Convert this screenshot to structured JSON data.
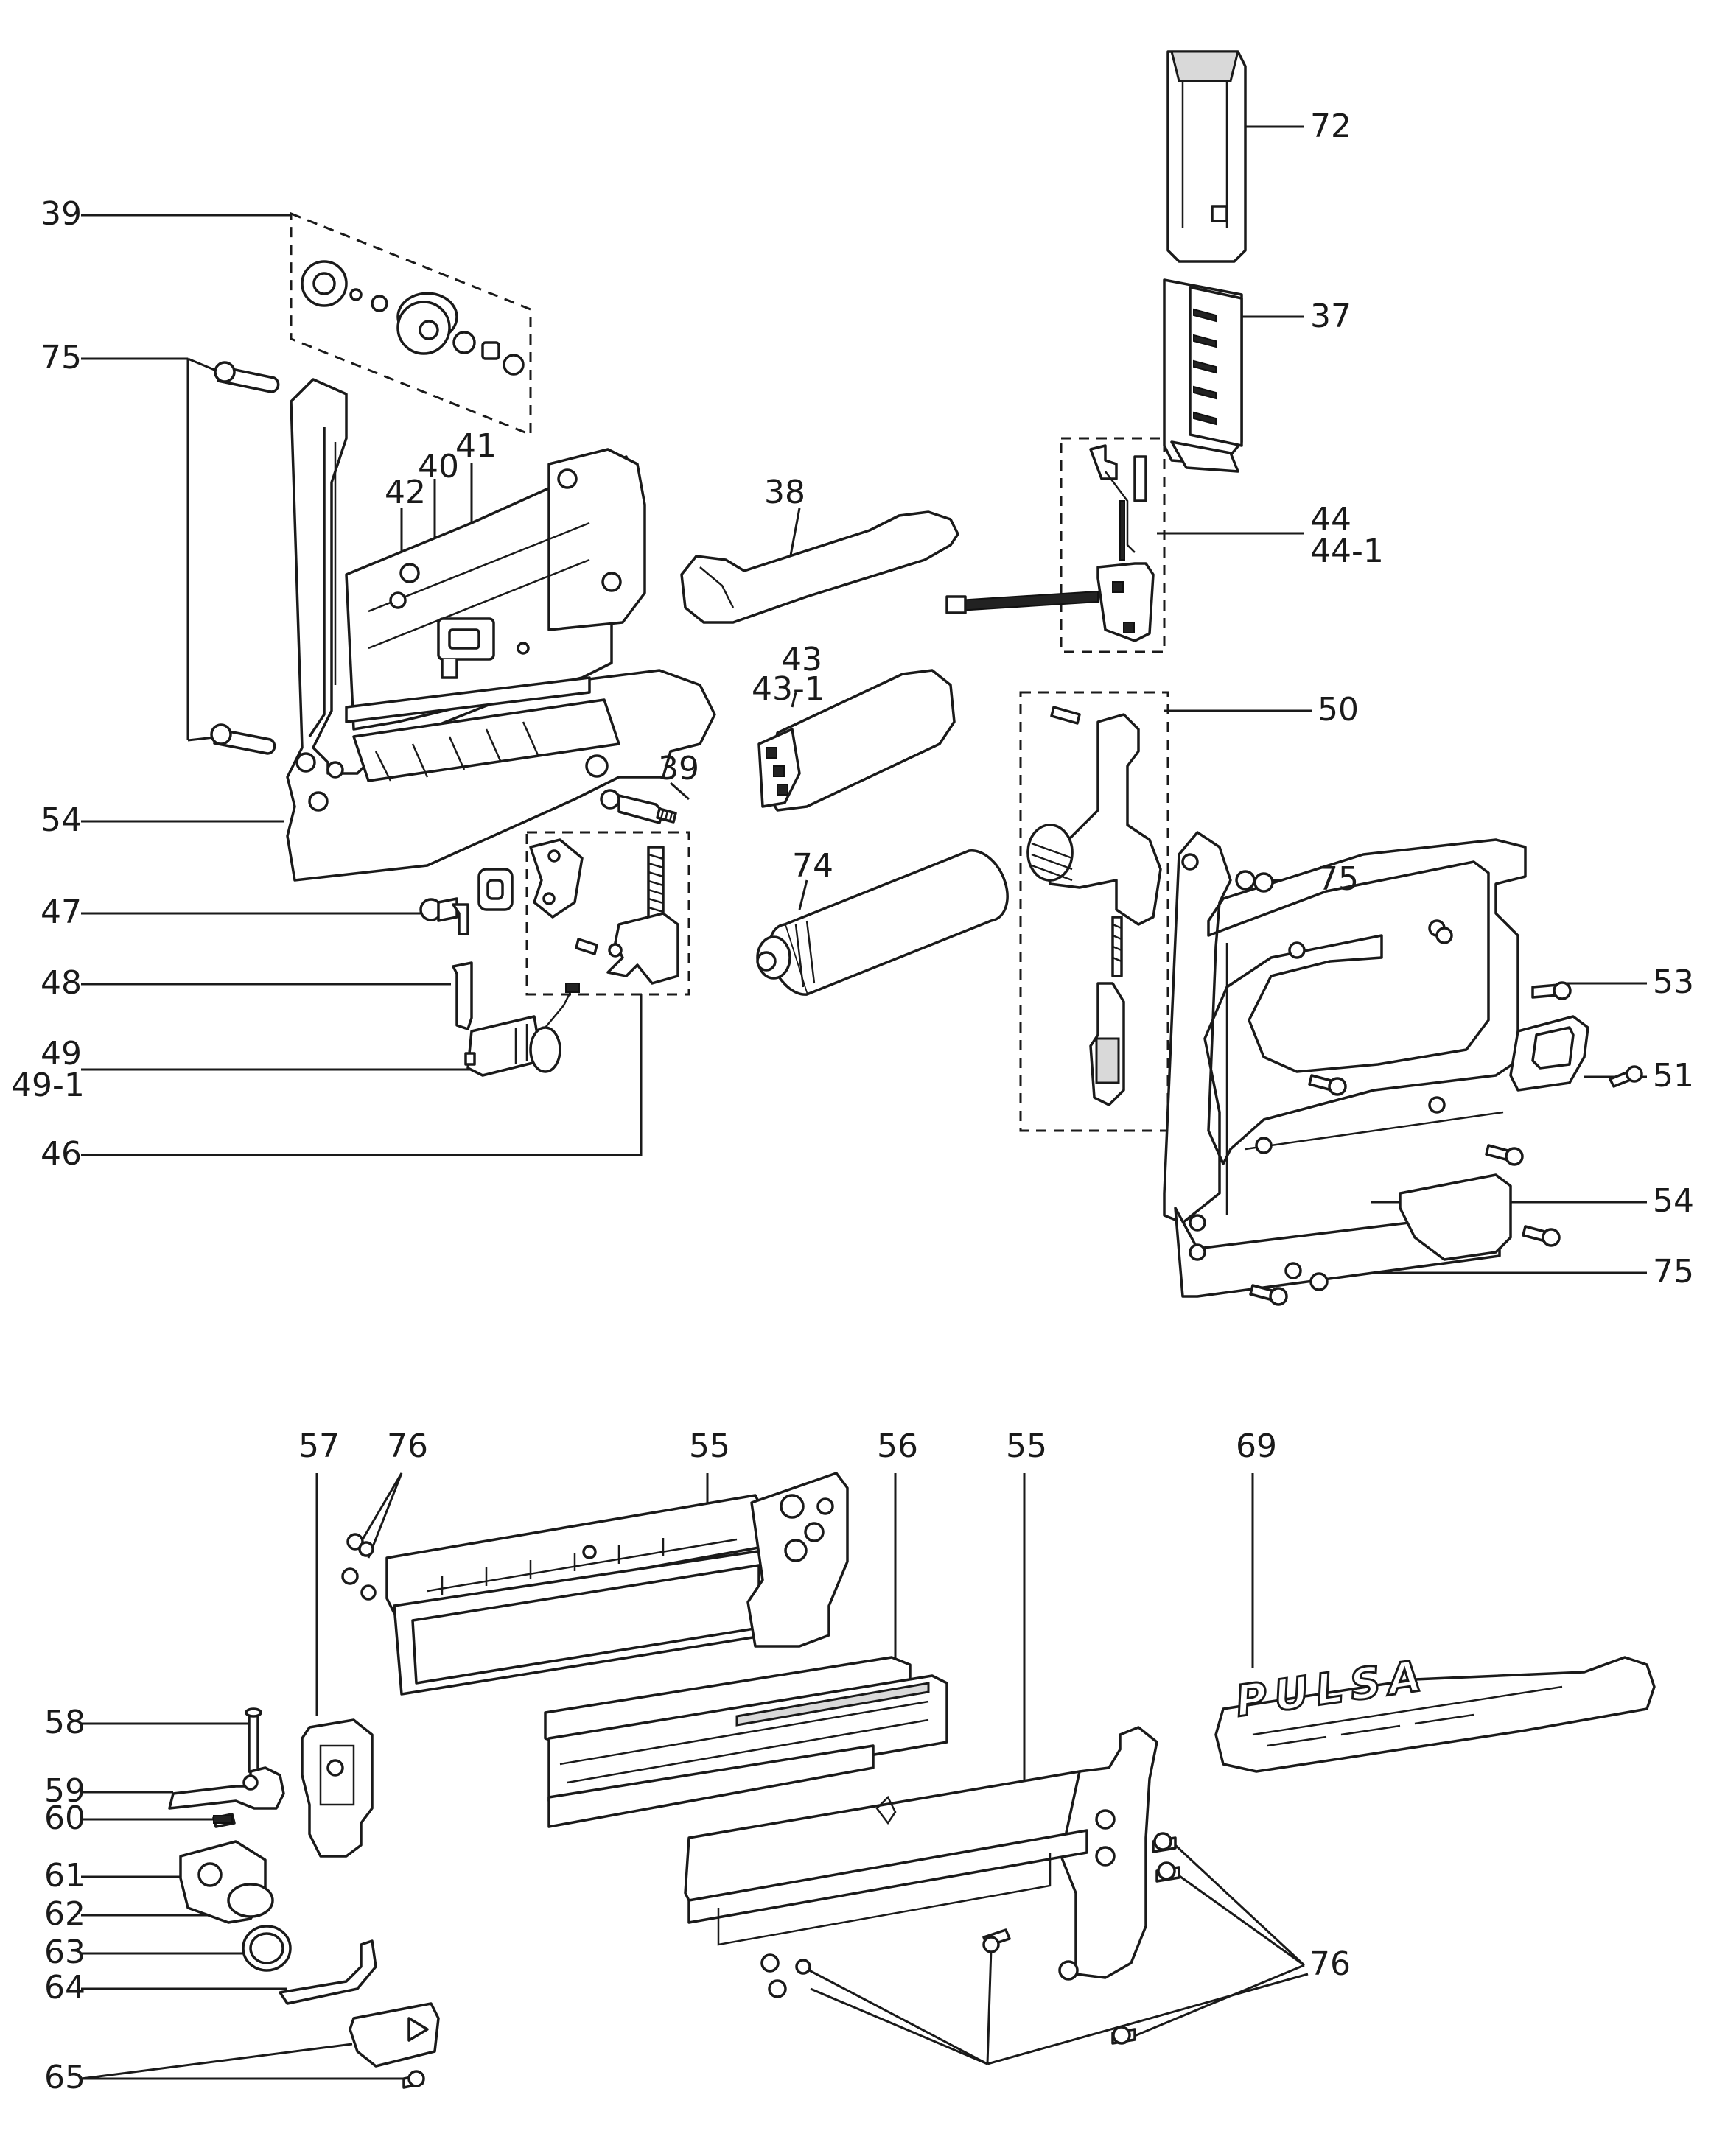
{
  "labels": {
    "l39a": "39",
    "l75a": "75",
    "l42": "42",
    "l40": "40",
    "l41": "41",
    "l39b": "39",
    "l54a": "54",
    "l47": "47",
    "l48": "48",
    "l49": "49",
    "l49_1": "49-1",
    "l46": "46",
    "l38": "38",
    "l43": "43",
    "l43_1": "43-1",
    "l74": "74",
    "l72": "72",
    "l37": "37",
    "l44": "44",
    "l44_1": "44-1",
    "l50": "50",
    "l75b": "75",
    "l53": "53",
    "l51": "51",
    "l54b": "54",
    "l75c": "75",
    "l57": "57",
    "l76a": "76",
    "l55a": "55",
    "l56": "56",
    "l55b": "55",
    "l69": "69",
    "l58": "58",
    "l59": "59",
    "l60": "60",
    "l61": "61",
    "l62": "62",
    "l63": "63",
    "l64": "64",
    "l65": "65",
    "l76b": "76"
  },
  "brand_text": "PULSA"
}
